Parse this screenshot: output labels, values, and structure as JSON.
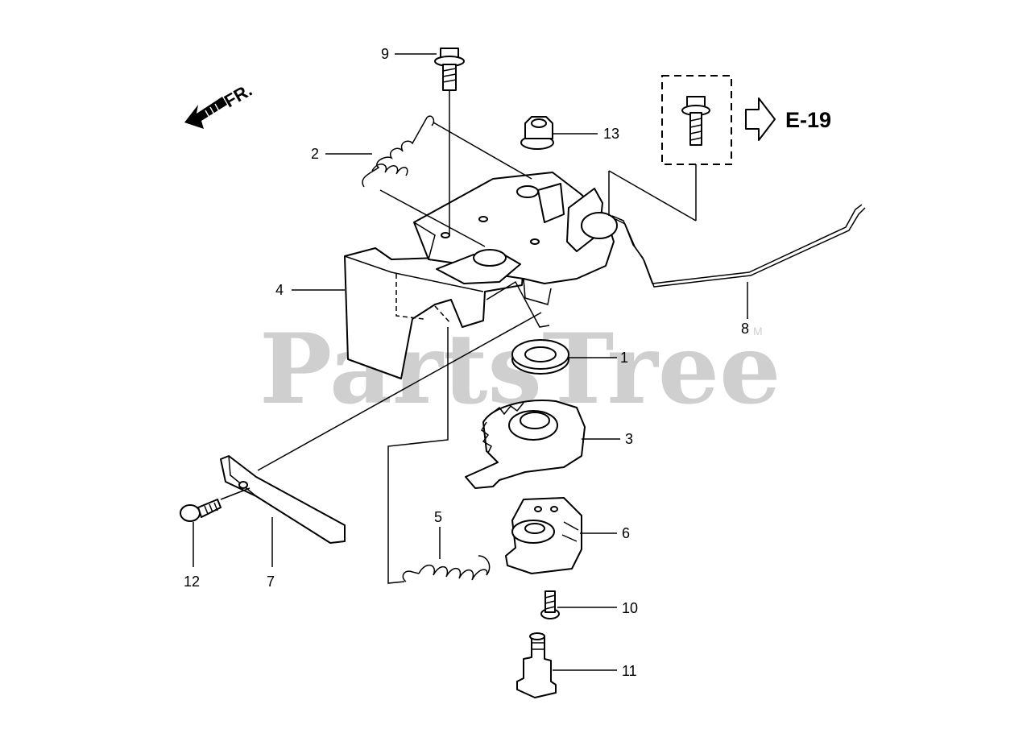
{
  "watermark": {
    "text": "PartsTree",
    "mark": "M"
  },
  "direction_label": "FR.",
  "reference_label": "E-19",
  "callouts": [
    "1",
    "2",
    "3",
    "4",
    "5",
    "6",
    "7",
    "8",
    "9",
    "10",
    "11",
    "12",
    "13"
  ]
}
